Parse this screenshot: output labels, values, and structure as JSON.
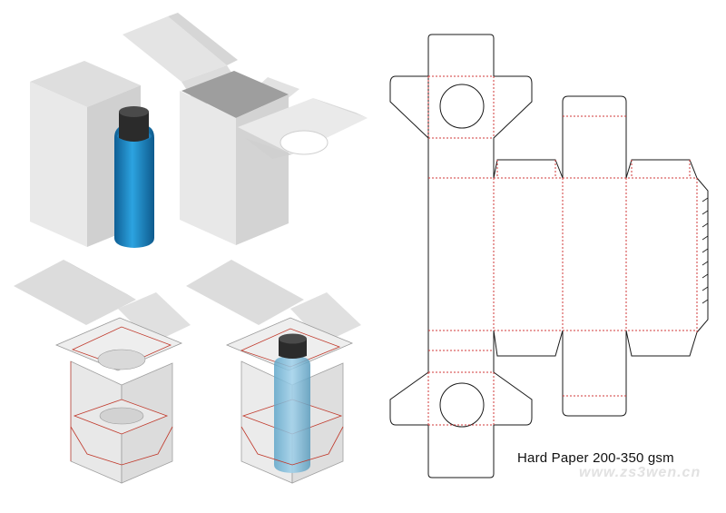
{
  "caption": "Hard Paper 200-350 gsm",
  "watermark": "www.zs3wen.cn",
  "colors": {
    "box_light": "#e6e6e6",
    "box_mid": "#d2d2d2",
    "box_dark": "#bdbdbd",
    "bottle_blue": "#1b7fbf",
    "cap": "#2a2a2a",
    "cut_line": "#1a1a1a",
    "fold_line": "#d23a3a"
  },
  "icons": [
    "bottle-icon",
    "closed-box-icon",
    "open-box-icon",
    "dieline-template"
  ]
}
